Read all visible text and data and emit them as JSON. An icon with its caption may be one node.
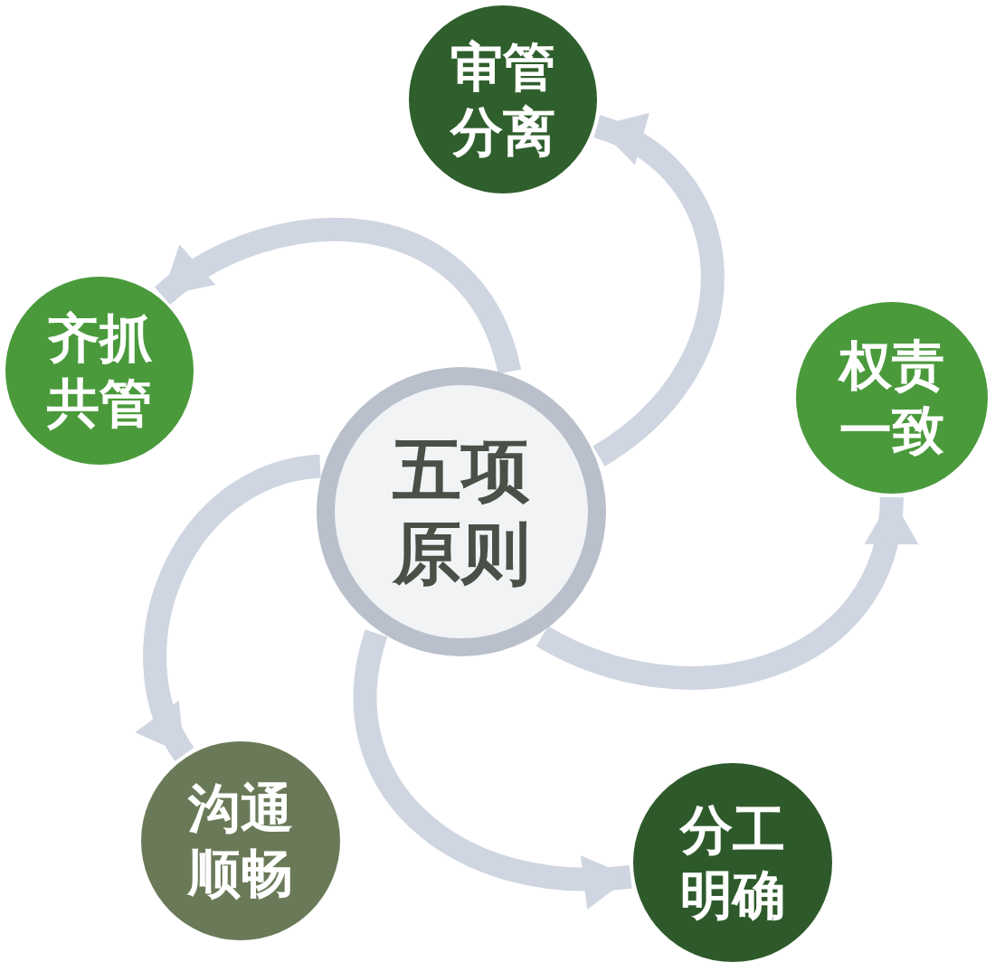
{
  "diagram": {
    "nodes": [
      {
        "text": [
          "五项原则"
        ]
      },
      {
        "text": [
          "审管分离"
        ]
      },
      {
        "text": [
          "权责一致"
        ]
      },
      {
        "text": [
          "分工明确"
        ]
      },
      {
        "text": [
          "沟通顺畅"
        ]
      },
      {
        "text": [
          "齐抓共管"
        ]
      }
    ],
    "edges": [
      {
        "from": 0,
        "to": 1,
        "arrow": "to"
      },
      {
        "from": 0,
        "to": 2,
        "arrow": "to"
      },
      {
        "from": 0,
        "to": 3,
        "arrow": "to"
      },
      {
        "from": 0,
        "to": 4,
        "arrow": "to"
      },
      {
        "from": 0,
        "to": 5,
        "arrow": "to"
      }
    ]
  }
}
